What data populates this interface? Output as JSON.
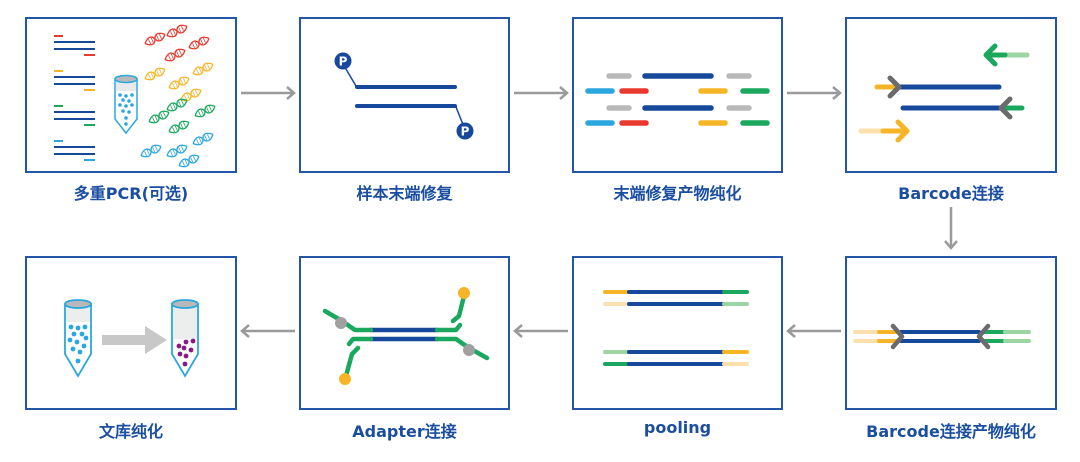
{
  "title": "Library preparation workflow",
  "colors": {
    "box_border": "#2356a8",
    "label": "#1b4ea0",
    "dna_blue": "#16489c",
    "red": "#e8382f",
    "yellow": "#f6b526",
    "yellow_light": "#fbe0ad",
    "green": "#1aa75e",
    "green_light": "#9dd4a3",
    "cyan": "#2aa7df",
    "gray": "#b9b9b9",
    "dark_gray": "#6b6b6b",
    "purple": "#8a1a83",
    "arrow_gray": "#9a9a9a"
  },
  "steps": [
    {
      "id": 1,
      "label": "多重PCR(可选)"
    },
    {
      "id": 2,
      "label": "样本末端修复"
    },
    {
      "id": 3,
      "label": "末端修复产物纯化"
    },
    {
      "id": 4,
      "label": "Barcode连接"
    },
    {
      "id": 5,
      "label": "Barcode连接产物纯化"
    },
    {
      "id": 6,
      "label": "pooling"
    },
    {
      "id": 7,
      "label": "Adapter连接"
    },
    {
      "id": 8,
      "label": "文库纯化"
    }
  ],
  "phosphate_symbol": "P",
  "flow": [
    "1→2",
    "2→3",
    "3→4",
    "4↓5",
    "5→6 (leftward)",
    "6→7 (leftward)",
    "7→8 (leftward)"
  ]
}
